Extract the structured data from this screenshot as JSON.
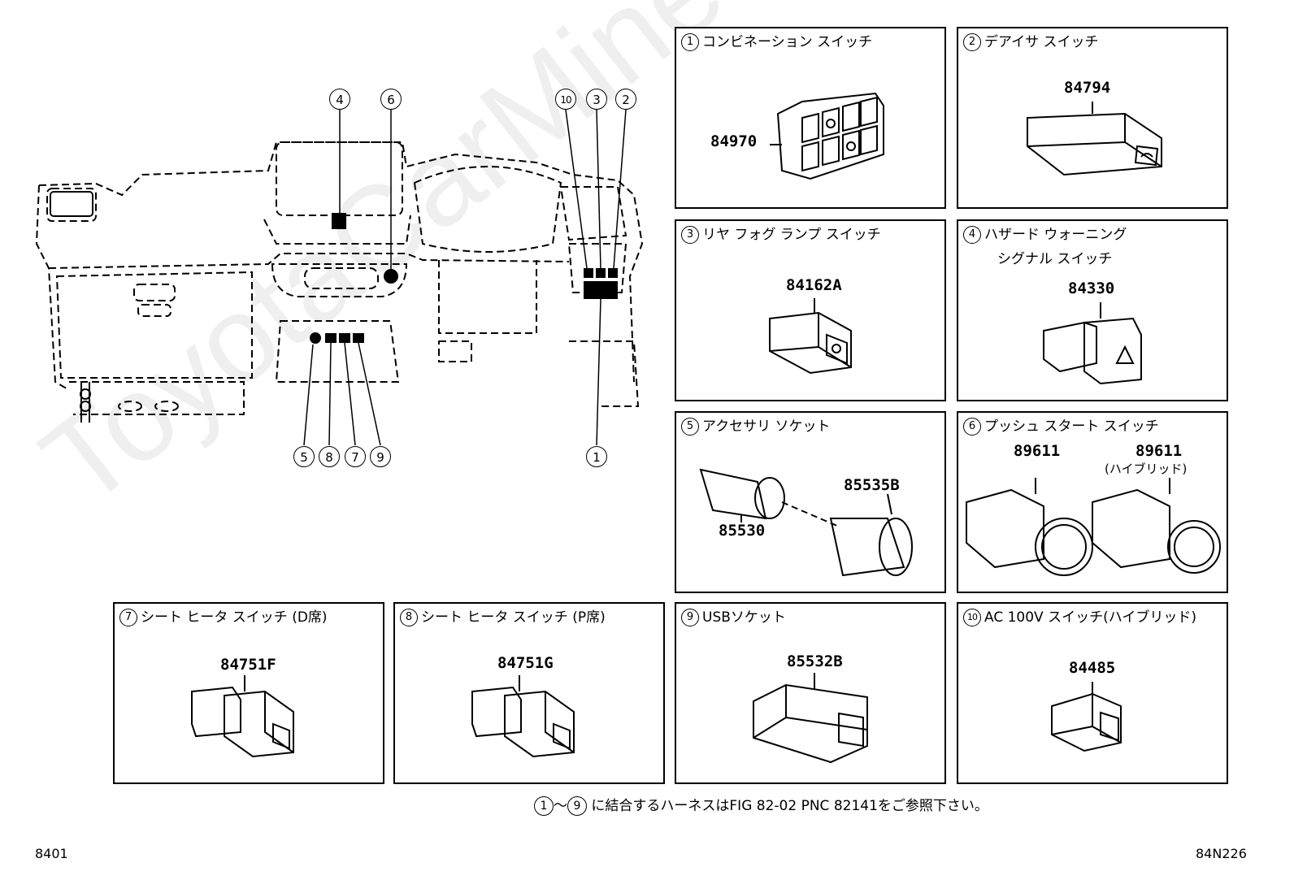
{
  "panels": [
    {
      "num": "1",
      "title": "コンビネーション スイッチ",
      "parts": [
        "84970"
      ]
    },
    {
      "num": "2",
      "title": "デアイサ スイッチ",
      "parts": [
        "84794"
      ]
    },
    {
      "num": "3",
      "title": "リヤ フォグ ランプ スイッチ",
      "parts": [
        "84162A"
      ]
    },
    {
      "num": "4",
      "title": "ハザード ウォーニング",
      "title2": "シグナル スイッチ",
      "parts": [
        "84330"
      ]
    },
    {
      "num": "5",
      "title": "アクセサリ ソケット",
      "parts": [
        "85535B",
        "85530"
      ]
    },
    {
      "num": "6",
      "title": "プッシュ スタート スイッチ",
      "parts": [
        "89611",
        "89611"
      ],
      "sub": "(ハイブリッド)"
    },
    {
      "num": "7",
      "title": "シート ヒータ スイッチ (D席)",
      "parts": [
        "84751F"
      ]
    },
    {
      "num": "8",
      "title": "シート ヒータ スイッチ (P席)",
      "parts": [
        "84751G"
      ]
    },
    {
      "num": "9",
      "title": "USBソケット",
      "parts": [
        "85532B"
      ]
    },
    {
      "num": "10",
      "title": "AC 100V スイッチ(ハイブリッド)",
      "parts": [
        "84485"
      ]
    }
  ],
  "callouts": {
    "c4": "4",
    "c6": "6",
    "c10": "10",
    "c3": "3",
    "c2": "2",
    "c5": "5",
    "c8": "8",
    "c7": "7",
    "c9": "9",
    "c1": "1"
  },
  "note": {
    "from": "1",
    "sep": "〜",
    "to": "9",
    "text": "に結合するハーネスはFIG 82-02 PNC 82141をご参照下さい。"
  },
  "footer": {
    "left": "8401",
    "right": "84N226"
  },
  "watermark": "ToyotaCarMine.ru"
}
